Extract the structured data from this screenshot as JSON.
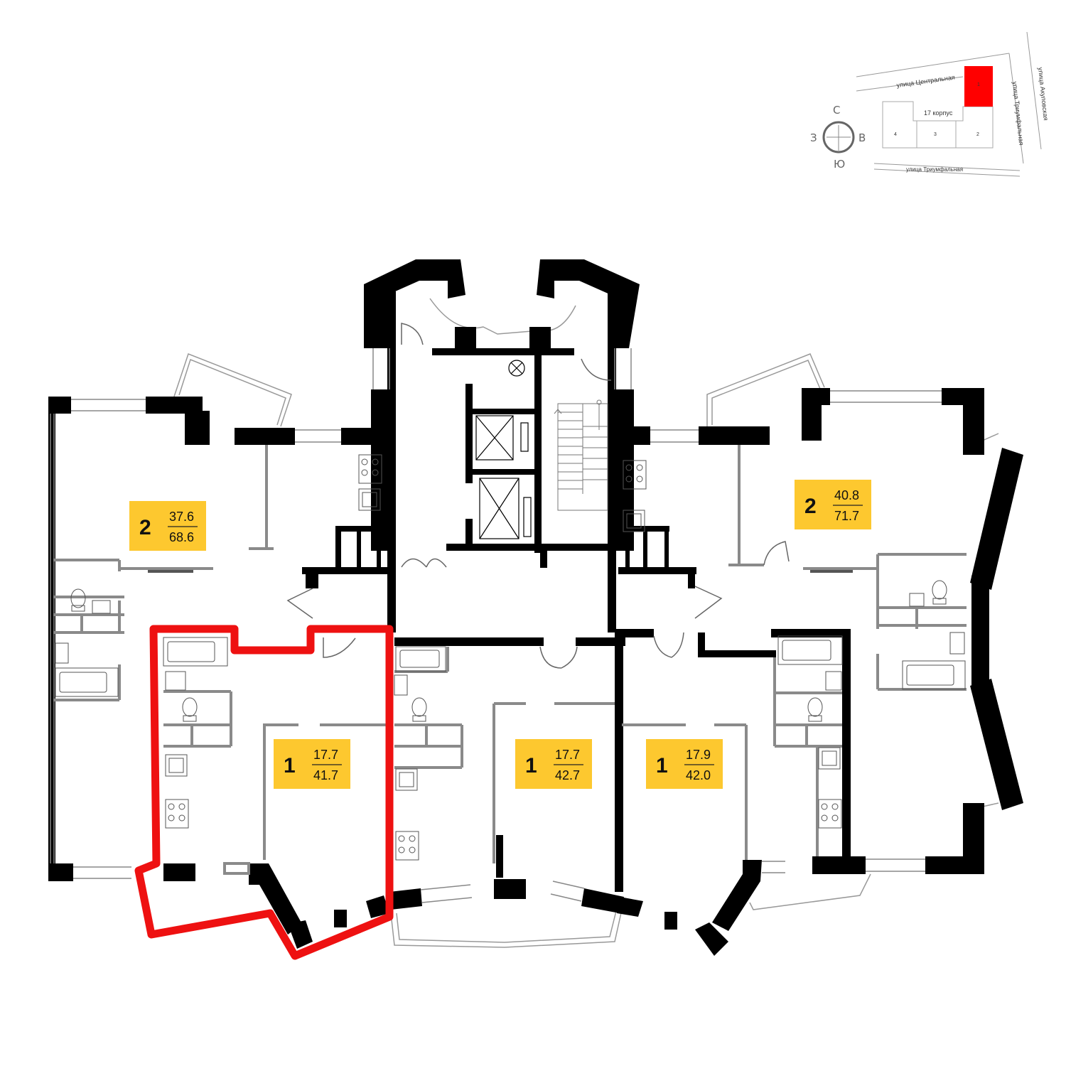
{
  "site_plan": {
    "streets": {
      "north": "улица Центральная",
      "east_inner": "улица Триумфальная",
      "east_outer": "улица Акуловская",
      "south": "улица Триумфальная"
    },
    "building_label": "17 корпус",
    "sections": [
      "4",
      "3",
      "2",
      "1"
    ],
    "highlight_section": "1",
    "highlight_color": "#ff0000"
  },
  "compass": {
    "north": "С",
    "south": "Ю",
    "west": "З",
    "east": "В"
  },
  "apartments": [
    {
      "rooms": "2",
      "living": "37.6",
      "total": "68.6"
    },
    {
      "rooms": "2",
      "living": "40.8",
      "total": "71.7"
    },
    {
      "rooms": "1",
      "living": "17.7",
      "total": "41.7"
    },
    {
      "rooms": "1",
      "living": "17.7",
      "total": "42.7"
    },
    {
      "rooms": "1",
      "living": "17.9",
      "total": "42.0"
    }
  ],
  "colors": {
    "label_bg": "#fdc82f",
    "wall": "#000000",
    "partition": "#8a8a8a",
    "selected_outline": "#ee1111"
  }
}
